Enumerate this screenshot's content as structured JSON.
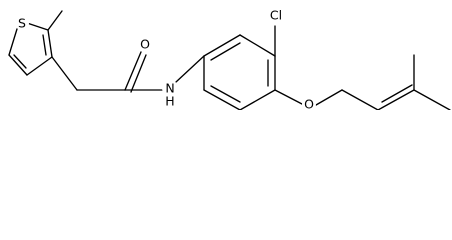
{
  "molecule": {
    "atoms": {
      "sulfur": "S",
      "carbonyl_oxygen": "O",
      "amide_nitrogen": "N",
      "amide_hydrogen": "H",
      "chlorine": "Cl",
      "ether_oxygen": "O"
    },
    "colors": {
      "bond": "#000000",
      "label": "#000000",
      "background": "#ffffff"
    }
  }
}
